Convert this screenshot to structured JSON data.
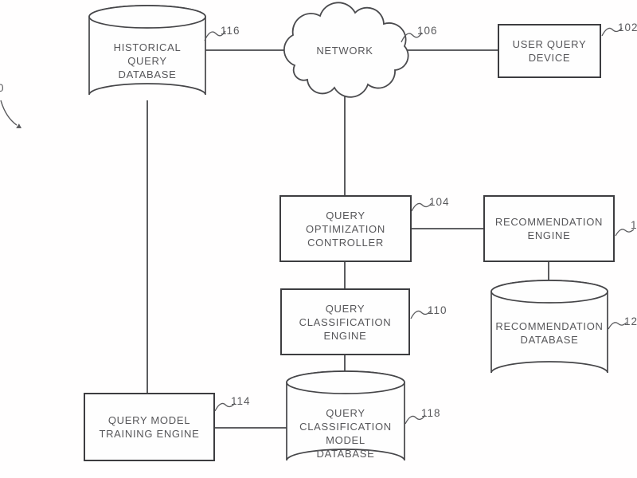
{
  "figure": {
    "type": "patent-system-block-diagram",
    "background_color": "#fffefe",
    "line_color": "#4a4a4d",
    "border_color": "#3d3d40",
    "text_color": "#57575a",
    "system_ref_visible_fragment": "0"
  },
  "nodes": {
    "historical_db": {
      "shape": "cylinder",
      "label": "HISTORICAL\nQUERY\nDATABASE",
      "ref": "116"
    },
    "network": {
      "shape": "cloud",
      "label": "NETWORK",
      "ref": "106"
    },
    "user_query_device": {
      "shape": "box",
      "label": "USER QUERY\nDEVICE",
      "ref": "102"
    },
    "query_optimization_controller": {
      "shape": "box",
      "label": "QUERY\nOPTIMIZATION\nCONTROLLER",
      "ref": "104"
    },
    "recommendation_engine": {
      "shape": "box",
      "label": "RECOMMENDATION\nENGINE",
      "ref": "1"
    },
    "recommendation_db": {
      "shape": "cylinder",
      "label": "RECOMMENDATION\nDATABASE",
      "ref": "12"
    },
    "query_classification_engine": {
      "shape": "box",
      "label": "QUERY\nCLASSIFICATION\nENGINE",
      "ref": "110"
    },
    "query_model_training_engine": {
      "shape": "box",
      "label": "QUERY MODEL\nTRAINING ENGINE",
      "ref": "114"
    },
    "query_classification_model_db": {
      "shape": "cylinder",
      "label": "QUERY\nCLASSIFICATION\nMODEL\nDATABASE",
      "ref": "118"
    }
  },
  "connections": [
    {
      "from": "historical_db",
      "to": "network"
    },
    {
      "from": "network",
      "to": "user_query_device"
    },
    {
      "from": "network",
      "to": "query_optimization_controller"
    },
    {
      "from": "historical_db",
      "to": "query_model_training_engine"
    },
    {
      "from": "query_optimization_controller",
      "to": "recommendation_engine"
    },
    {
      "from": "query_optimization_controller",
      "to": "query_classification_engine"
    },
    {
      "from": "recommendation_engine",
      "to": "recommendation_db"
    },
    {
      "from": "query_classification_engine",
      "to": "query_classification_model_db"
    },
    {
      "from": "query_model_training_engine",
      "to": "query_classification_model_db"
    }
  ]
}
